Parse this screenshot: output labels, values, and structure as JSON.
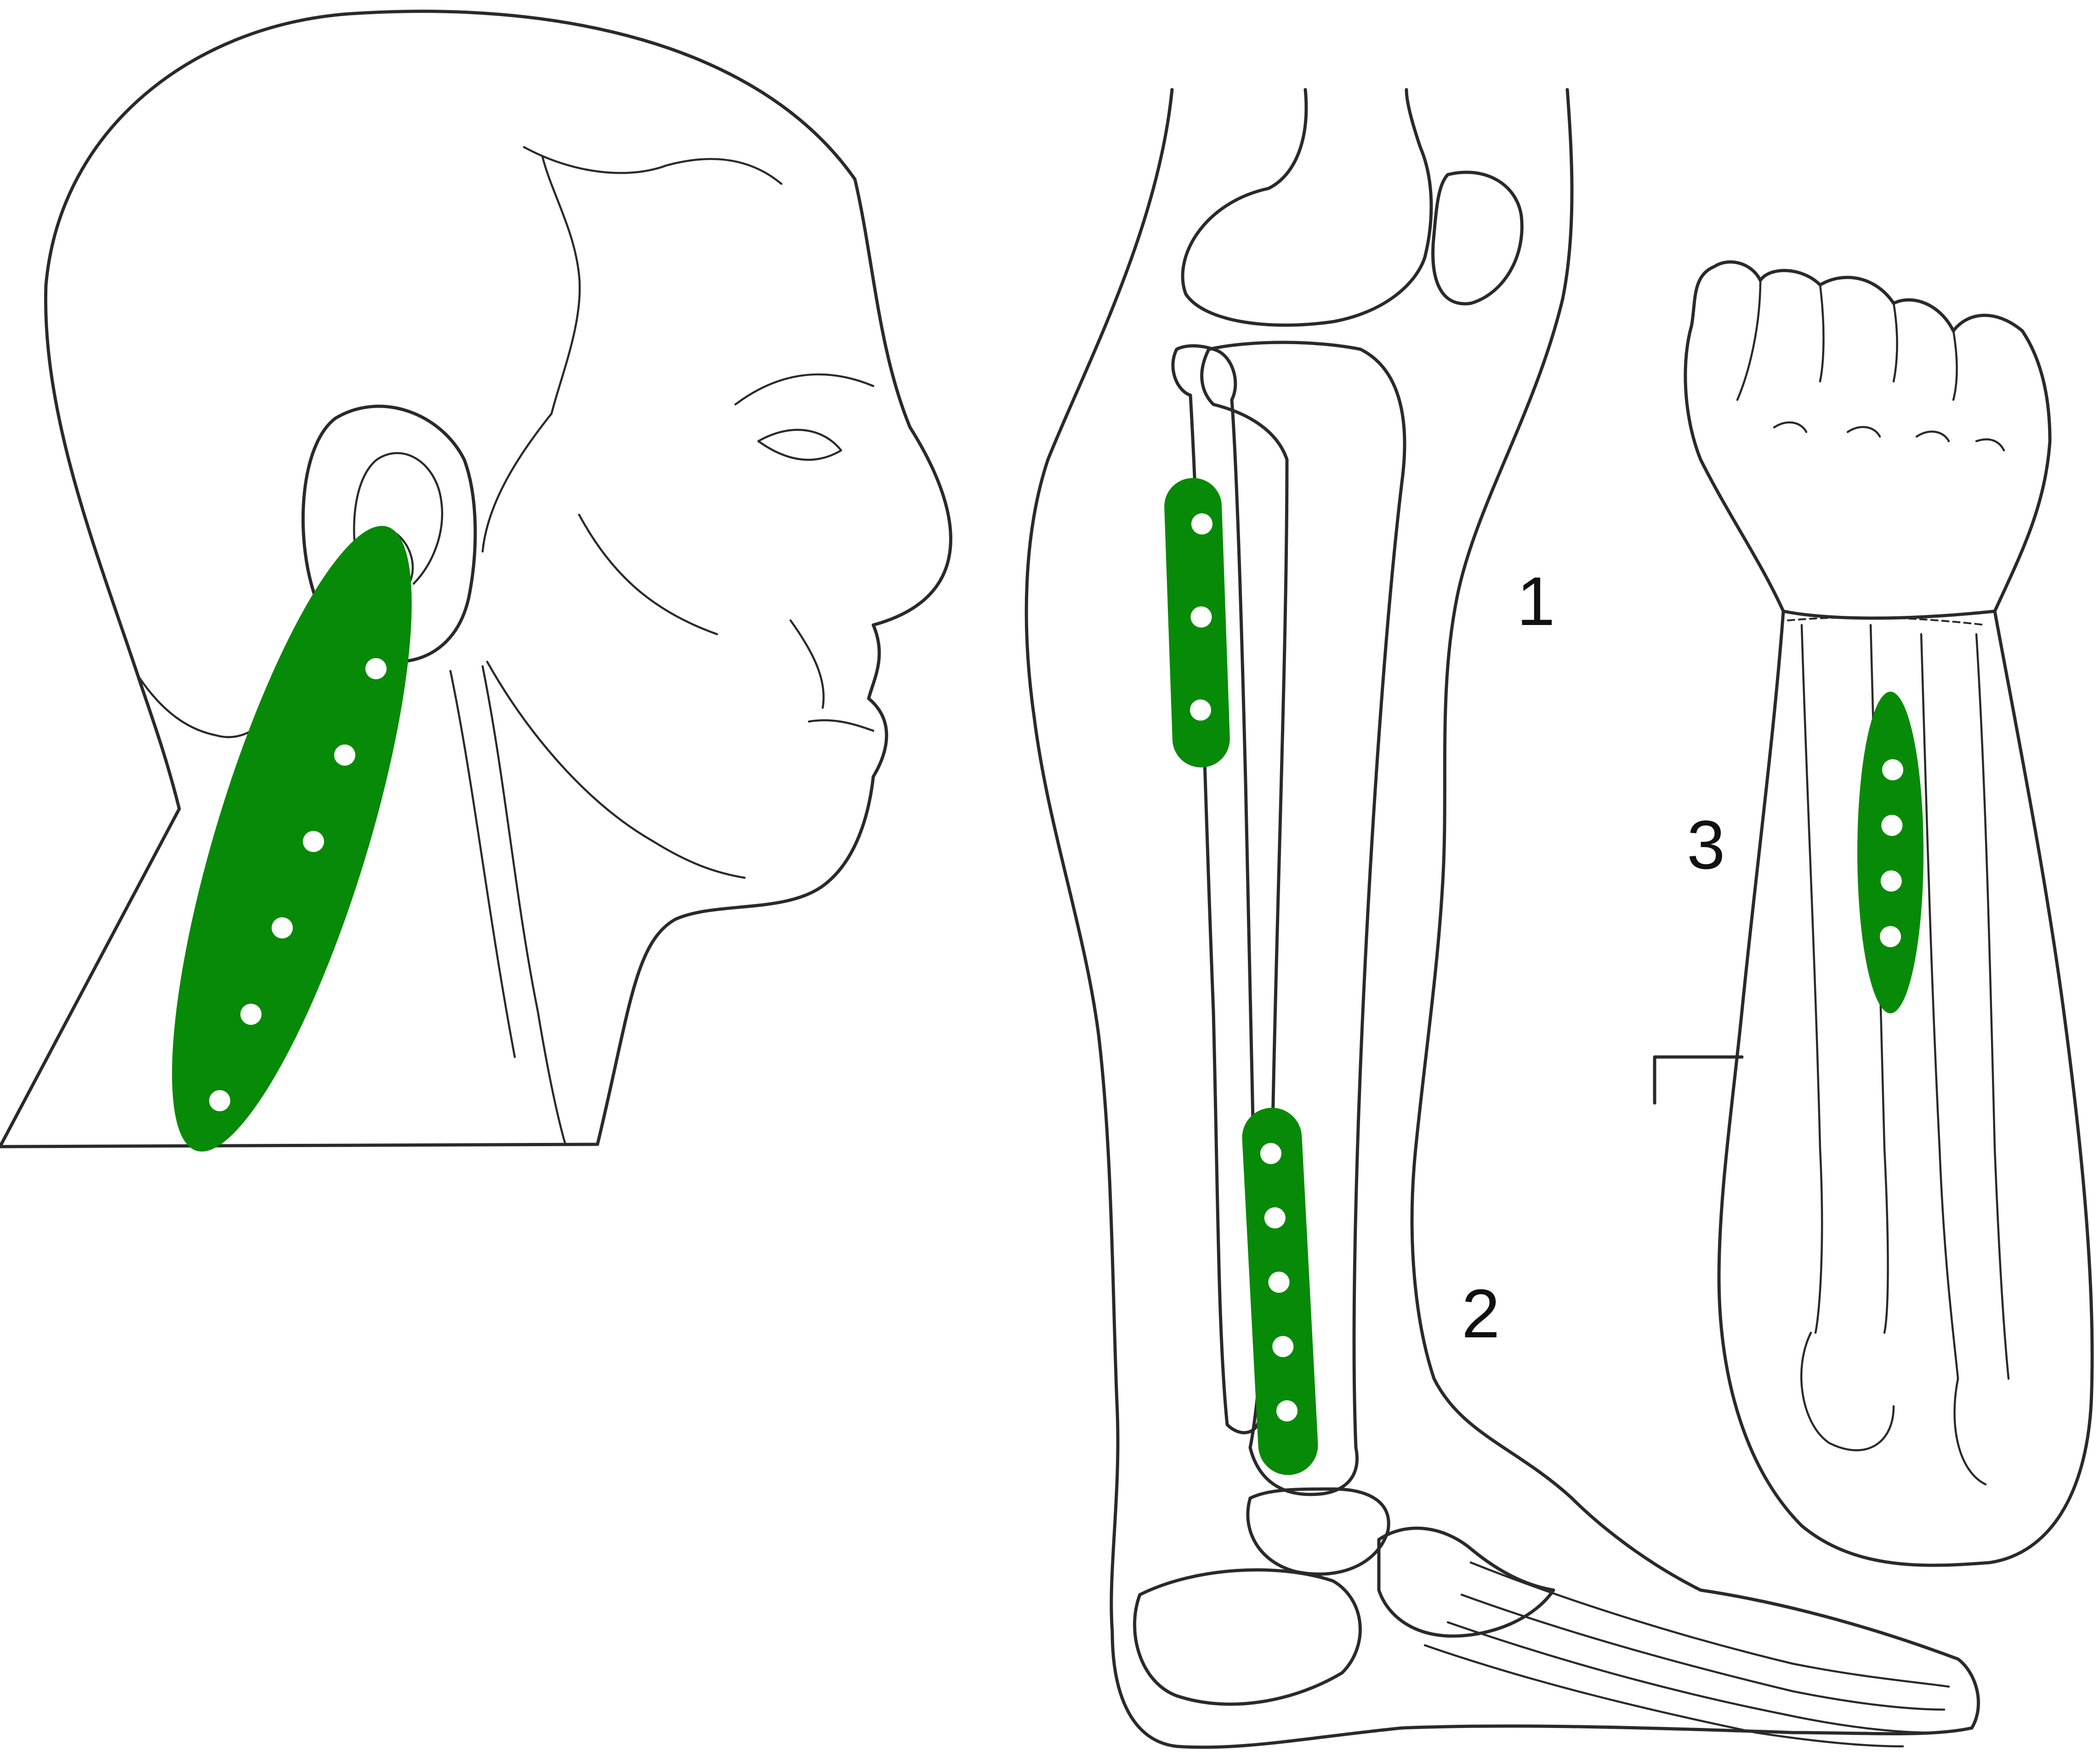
{
  "colors": {
    "site_fill": "#078a07",
    "marker_fill": "#ffffff",
    "line": "#2a2a2a",
    "background": "#ffffff"
  },
  "labels": {
    "site_1": "1",
    "site_2": "2",
    "site_3": "3"
  },
  "sites": [
    {
      "name": "neck",
      "marker_count": 6
    },
    {
      "name": "upper-leg",
      "label": "1",
      "marker_count": 3
    },
    {
      "name": "lower-leg",
      "label": "2",
      "marker_count": 5
    },
    {
      "name": "forearm",
      "label": "3",
      "marker_count": 4
    }
  ]
}
